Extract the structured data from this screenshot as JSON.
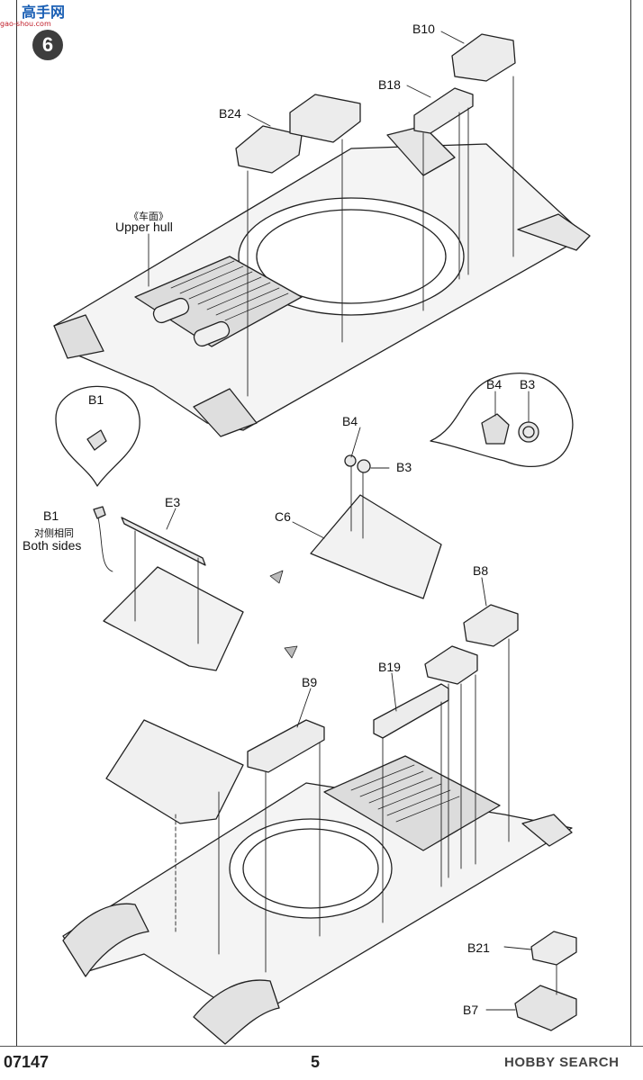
{
  "watermark": {
    "name": "高手网",
    "url": "gao-shou.com"
  },
  "step_number": "6",
  "hull_label": {
    "zh": "《车面》",
    "en": "Upper hull"
  },
  "both_sides": {
    "zh": "对侧相同",
    "en": "Both sides"
  },
  "parts": {
    "B10": "B10",
    "B18": "B18",
    "B24": "B24",
    "B1": "B1",
    "B1b": "B1",
    "B4": "B4",
    "B3": "B3",
    "B4b": "B4",
    "B3b": "B3",
    "E3": "E3",
    "C6": "C6",
    "B8": "B8",
    "B19": "B19",
    "B9": "B9",
    "B21": "B21",
    "B7": "B7"
  },
  "footer": {
    "code": "07147",
    "page": "5",
    "brand": "HOBBY SEARCH"
  }
}
